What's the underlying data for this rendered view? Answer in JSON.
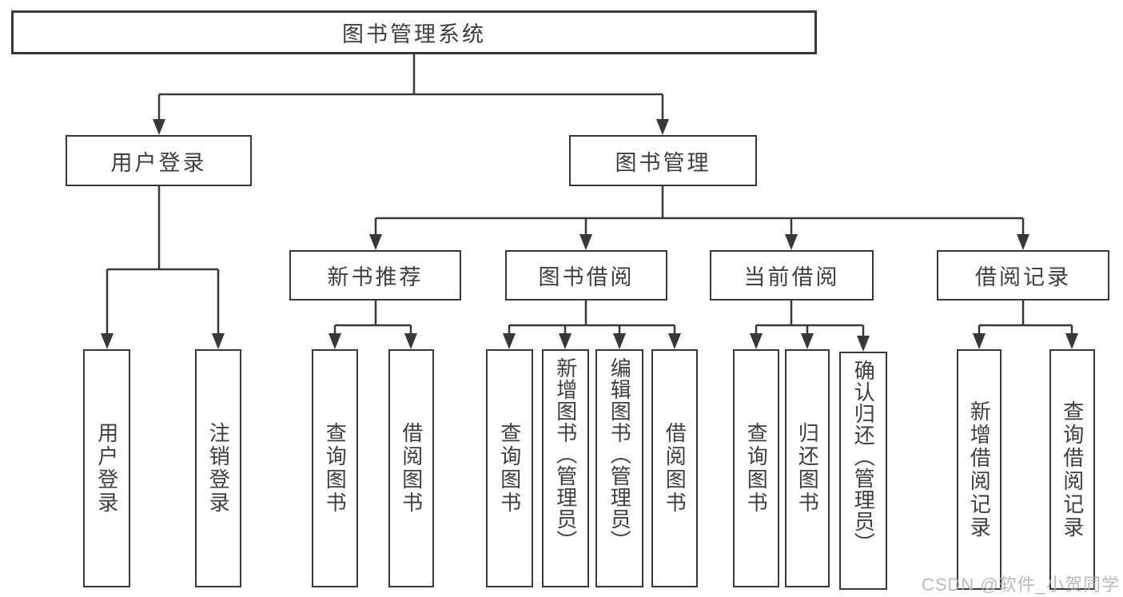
{
  "diagram": {
    "root": {
      "label": "图书管理系统"
    },
    "branches": {
      "login": {
        "label": "用户登录"
      },
      "management": {
        "label": "图书管理"
      }
    },
    "modules": [
      {
        "label": "新书推荐"
      },
      {
        "label": "图书借阅"
      },
      {
        "label": "当前借阅"
      },
      {
        "label": "借阅记录"
      }
    ],
    "leaves": [
      {
        "label": "用户登录"
      },
      {
        "label": "注销登录"
      },
      {
        "label": "查询图书"
      },
      {
        "label": "借阅图书"
      },
      {
        "label": "查询图书"
      },
      {
        "label": "新增图书（管理员）"
      },
      {
        "label": "编辑图书（管理员）"
      },
      {
        "label": "借阅图书"
      },
      {
        "label": "查询图书"
      },
      {
        "label": "归还图书"
      },
      {
        "label": "确认归还（管理员）"
      },
      {
        "label": "新增借阅记录"
      },
      {
        "label": "查询借阅记录"
      }
    ],
    "colors": {
      "line": "#383838",
      "text": "#3e3e3e",
      "watermark": "#b3b3b3",
      "background": "#ffffff"
    }
  },
  "watermark": {
    "text": "CSDN @软件_小贺同学"
  }
}
